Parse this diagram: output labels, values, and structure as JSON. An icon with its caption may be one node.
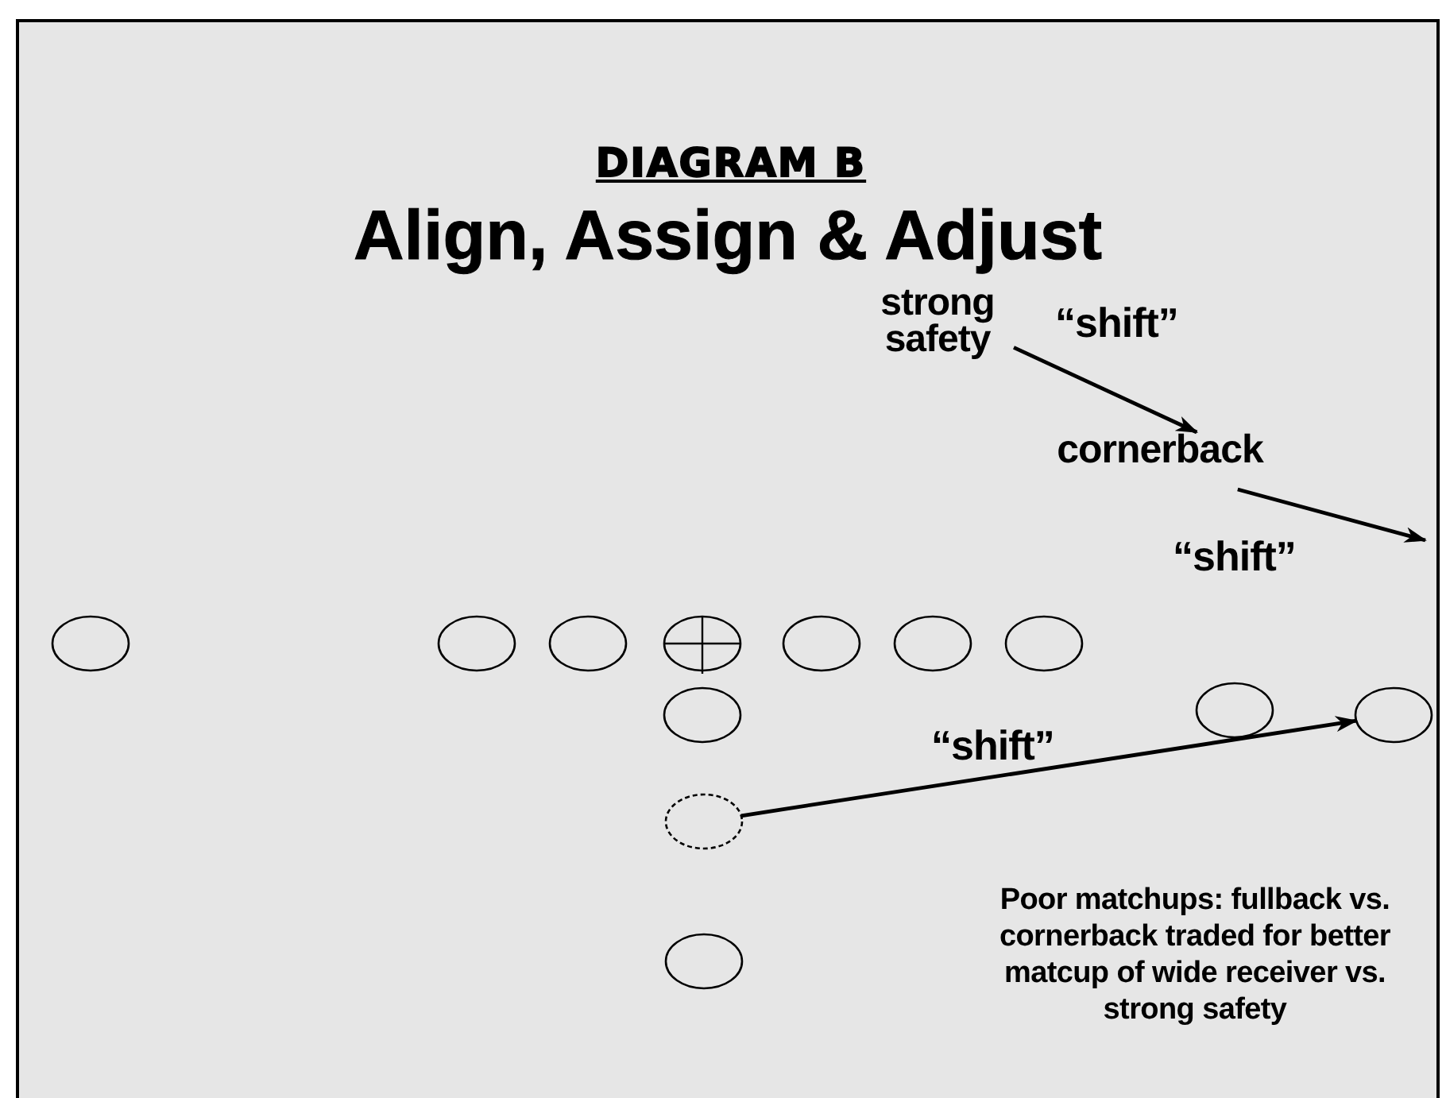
{
  "diagram": {
    "title": "Align, Assign & Adjust",
    "nodes": [
      {
        "text": [
          "strong safety"
        ]
      },
      {
        "text": [
          "cornerback"
        ]
      },
      {
        "text": [],
        "shape": "circle"
      },
      {
        "text": [],
        "shape": "circle"
      },
      {
        "text": [],
        "shape": "circle"
      },
      {
        "text": [],
        "shape": "circle"
      },
      {
        "text": [],
        "shape": "circle"
      },
      {
        "text": [],
        "shape": "circle"
      },
      {
        "text": [],
        "shape": "circle"
      },
      {
        "text": [],
        "shape": "circle"
      },
      {
        "text": [],
        "shape": "circle"
      },
      {
        "text": [],
        "shape": "circle"
      },
      {
        "text": [],
        "shape": "circle"
      },
      {
        "text": [],
        "shape": "circle"
      }
    ],
    "edges": [
      {
        "from": 0,
        "to": 1,
        "arrow": "to",
        "label": "“shift”"
      },
      {
        "from": 1,
        "to": null,
        "arrow": "to",
        "label": "“shift”"
      },
      {
        "from": 12,
        "to": 11,
        "arrow": "to",
        "label": "“shift”"
      }
    ],
    "labels": [
      "DIAGRAM B",
      "Poor matchups: fullback vs. cornerback traded for better matcup of wide receiver vs. strong safety"
    ]
  }
}
